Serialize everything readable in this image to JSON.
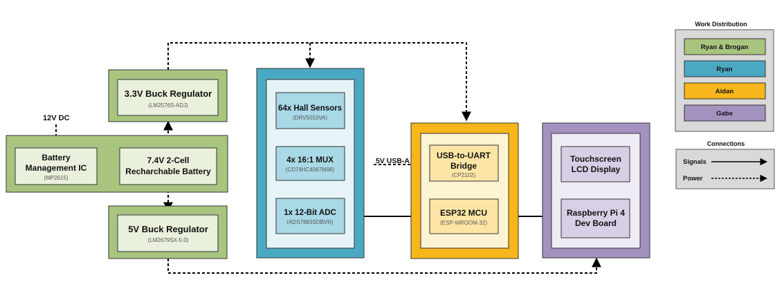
{
  "colors": {
    "green_outer": "#a9c47f",
    "green_inner": "#e9f0dc",
    "blue_outer": "#4ba8c2",
    "blue_inner": "#a9d8e6",
    "orange_outer": "#f7b61b",
    "orange_inner": "#fde6a5",
    "purple_outer": "#a392be",
    "purple_inner": "#d6cfe5",
    "border": "#333333"
  },
  "power": {
    "input_label": "12V DC",
    "bms": {
      "title_line1": "Battery",
      "title_line2": "Management IC",
      "part": "(MP2615)"
    },
    "battery": {
      "title_line1": "7.4V 2-Cell",
      "title_line2": "Recharchable Battery"
    },
    "reg33": {
      "title": "3.3V Buck  Regulator",
      "part": "(LM2576S-ADJ)"
    },
    "reg5": {
      "title": "5V Buck  Regulator",
      "part": "(LM2679SX-5.0)"
    }
  },
  "sensing": {
    "hall": {
      "title": "64x Hall Sensors",
      "part": "(DRV5053VA)"
    },
    "mux": {
      "title": "4x 16:1 MUX",
      "part": "(CD74HC4067M96)"
    },
    "adc": {
      "title": "1x 12-Bit ADC",
      "part": "(ADS7883SDBVR)"
    }
  },
  "mcu": {
    "usb_label": "5V USB-A",
    "uart": {
      "title_line1": "USB-to-UART",
      "title_line2": "Bridge",
      "part": "(CP2102)"
    },
    "esp": {
      "title": "ESP32 MCU",
      "part": "(ESP-WROOM-32)"
    }
  },
  "display": {
    "lcd": {
      "title_line1": "Touchscreen",
      "title_line2": "LCD Display"
    },
    "pi": {
      "title_line1": "Raspberry Pi 4",
      "title_line2": "Dev Board"
    }
  },
  "legend": {
    "work_title": "Work Distribution",
    "work_items": [
      {
        "label": "Ryan & Brogan",
        "color": "#a9c47f"
      },
      {
        "label": "Ryan",
        "color": "#4ba8c2"
      },
      {
        "label": "Aidan",
        "color": "#f7b61b"
      },
      {
        "label": "Gabe",
        "color": "#a392be"
      }
    ],
    "conn_title": "Connections",
    "signals_label": "Signals",
    "power_label": "Power"
  }
}
